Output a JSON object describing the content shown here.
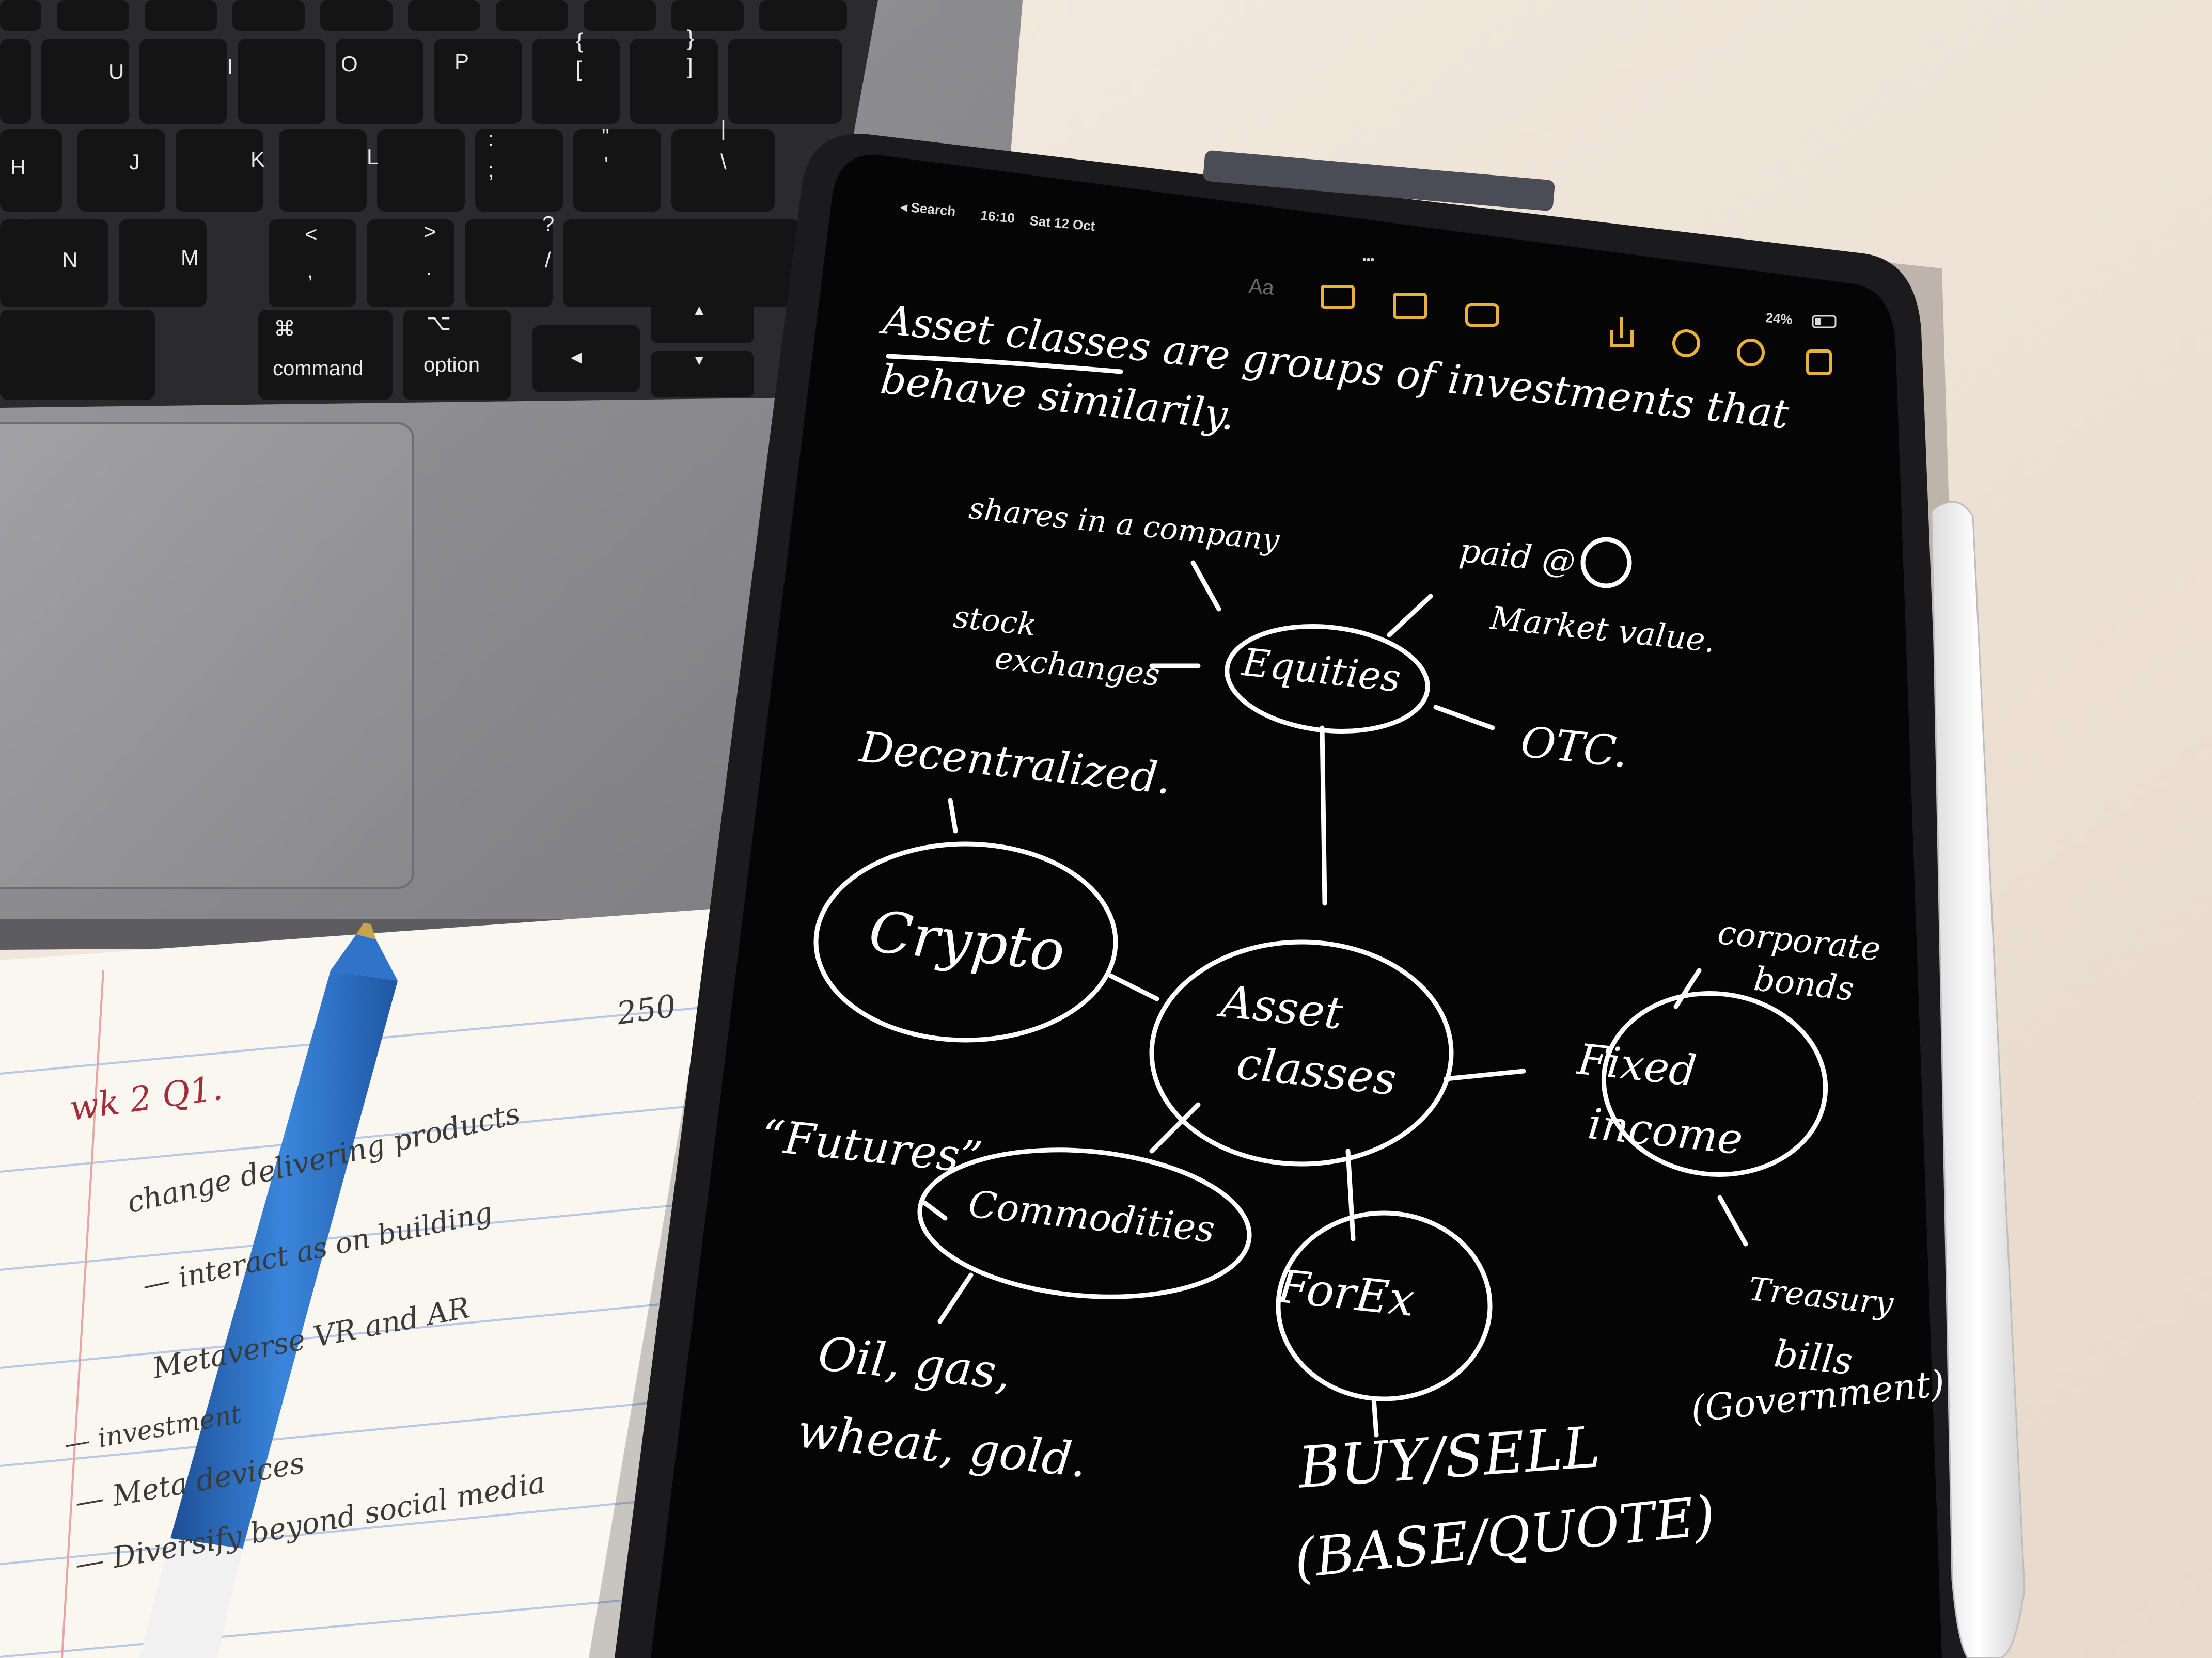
{
  "keyboard": {
    "row1": [
      "U",
      "I",
      "O",
      "P",
      "{",
      "[",
      "}",
      "]"
    ],
    "row2": [
      "H",
      "J",
      "K",
      "L",
      ":",
      ";",
      "\"",
      "'",
      "|",
      "\\"
    ],
    "row3": [
      "N",
      "M",
      "<",
      ",",
      ">",
      ".",
      "?",
      "/"
    ],
    "command_symbol": "⌘",
    "command_label": "command",
    "option_symbol": "⌥",
    "option_label": "option",
    "arrow_up": "▲",
    "arrow_down": "▼",
    "arrow_left": "◀"
  },
  "ipad": {
    "status_bar": {
      "back_label": "◂ Search",
      "time": "16:10",
      "date": "Sat 12 Oct",
      "battery": "24%"
    },
    "toolbar": {
      "format_label": "Aa",
      "more_dots": "•••"
    },
    "note": {
      "heading_line1": "Asset classes are groups of investments that",
      "heading_line2": "behave similarily.",
      "center": [
        "Asset",
        "classes"
      ],
      "equities": "Equities",
      "equities_notes": {
        "shares": "shares in a company",
        "paid": "paid @",
        "market": "Market value.",
        "stock": [
          "stock",
          "exchanges"
        ],
        "otc": "OTC."
      },
      "crypto": "Crypto",
      "crypto_note": "Decentralized.",
      "fixed_income": [
        "Fixed",
        "income"
      ],
      "fixed_income_notes": {
        "corporate": [
          "corporate",
          "bonds"
        ],
        "treasury": [
          "Treasury",
          "bills",
          "(Government)"
        ]
      },
      "commodities": "Commodities",
      "commodities_notes": {
        "futures": "“Futures”",
        "oil": [
          "Oil, gas,",
          "wheat, gold."
        ]
      },
      "forex": "ForEx",
      "forex_notes": [
        "BUY/SELL",
        "(BASE/QUOTE)"
      ]
    }
  },
  "paper": {
    "top_number": "250",
    "title": "wk 2 Q1.",
    "lines": [
      "change   delivering   products",
      "— interact   as on   building",
      "Metaverse   VR and   AR",
      "— investment",
      "— Meta   devices",
      "— Diversify   beyond social   media"
    ]
  },
  "colors": {
    "background": "#efe4d8",
    "laptop": "#8e8e91",
    "key": "#161616",
    "ipad_screen": "#050505",
    "pen": "#2f74c9",
    "accent_yellow": "#e8b23a"
  }
}
